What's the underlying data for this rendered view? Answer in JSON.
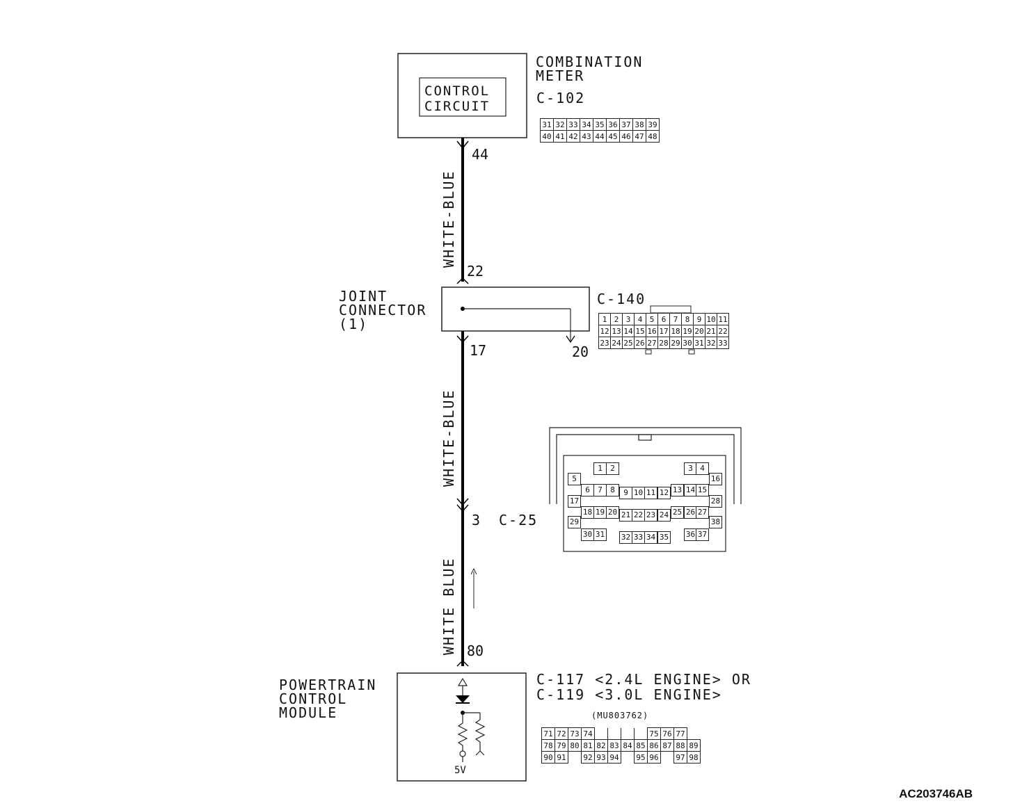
{
  "combination_meter": {
    "label": "COMBINATION\nMETER",
    "connector": "C-102",
    "inner_label": "CONTROL\nCIRCUIT",
    "pin": "44",
    "grid": [
      [
        "31",
        "32",
        "33",
        "34",
        "35",
        "36",
        "37",
        "38",
        "39"
      ],
      [
        "40",
        "41",
        "42",
        "43",
        "44",
        "45",
        "46",
        "47",
        "48"
      ]
    ]
  },
  "wire_1": {
    "color": "WHITE-BLUE",
    "pin_bottom": "22"
  },
  "joint_connector": {
    "label": "JOINT\nCONNECTOR\n(1)",
    "connector": "C-140",
    "pin_out": "17",
    "pin_branch": "20",
    "grid": [
      [
        "1",
        "2",
        "3",
        "4",
        "5",
        "6",
        "7",
        "8",
        "9",
        "10",
        "11"
      ],
      [
        "12",
        "13",
        "14",
        "15",
        "16",
        "17",
        "18",
        "19",
        "20",
        "21",
        "22"
      ],
      [
        "23",
        "24",
        "25",
        "26",
        "27",
        "28",
        "29",
        "30",
        "31",
        "32",
        "33"
      ]
    ]
  },
  "wire_2": {
    "color": "WHITE-BLUE",
    "pin_bottom": "3"
  },
  "c25": {
    "connector": "C-25",
    "cells": [
      "1",
      "2",
      "3",
      "4",
      "5",
      "6",
      "7",
      "8",
      "9",
      "10",
      "11",
      "12",
      "13",
      "14",
      "15",
      "16",
      "17",
      "18",
      "19",
      "20",
      "21",
      "22",
      "23",
      "24",
      "25",
      "26",
      "27",
      "28",
      "29",
      "30",
      "31",
      "32",
      "33",
      "34",
      "35",
      "36",
      "37",
      "38"
    ]
  },
  "wire_3": {
    "color": "WHITE BLUE",
    "pin_bottom": "80"
  },
  "pcm": {
    "label": "POWERTRAIN\nCONTROL\nMODULE",
    "connector_line1": "C-117 <2.4L ENGINE> OR",
    "connector_line2": "C-119 <3.0L ENGINE>",
    "part_no": "(MU803762)",
    "voltage": "5V",
    "grid": [
      [
        "71",
        "72",
        "73",
        "74",
        "",
        "",
        "",
        "",
        "75",
        "76",
        "77"
      ],
      [
        "78",
        "79",
        "80",
        "81",
        "82",
        "83",
        "84",
        "85",
        "86",
        "87",
        "88",
        "89"
      ],
      [
        "90",
        "91",
        "",
        "92",
        "93",
        "94",
        "",
        "95",
        "96",
        "",
        "97",
        "98"
      ]
    ]
  },
  "figure_id": "AC203746AB"
}
